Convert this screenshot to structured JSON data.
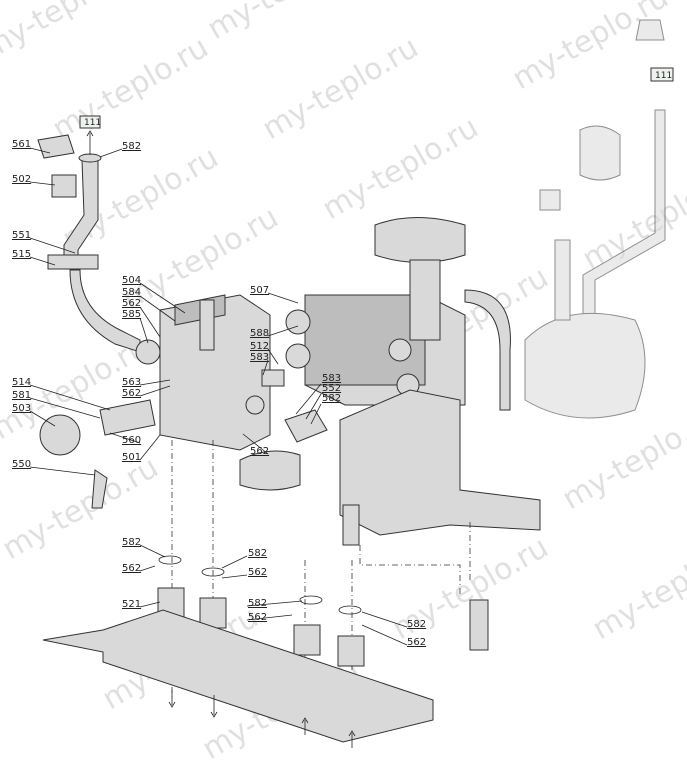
{
  "watermark": "my-teplo.ru",
  "ref_box_left": "111",
  "ref_box_right": "111",
  "labels": {
    "l561": "561",
    "l502": "502",
    "l551": "551",
    "l515": "515",
    "l582a": "582",
    "l504": "504",
    "l584": "584",
    "l562a": "562",
    "l585": "585",
    "l507": "507",
    "l588": "588",
    "l512": "512",
    "l583a": "583",
    "l563": "563",
    "l562b": "562",
    "l583b": "583",
    "l552": "552",
    "l582b": "582",
    "l514": "514",
    "l581": "581",
    "l503": "503",
    "l560": "560",
    "l501": "501",
    "l562c": "562",
    "l550": "550",
    "l582c": "582",
    "l562d": "562",
    "l521": "521",
    "l582d": "582",
    "l562e": "562",
    "l582e": "582",
    "l562f": "562",
    "l582f": "582",
    "l562g": "562"
  },
  "flow_symbols": [
    "heating-return-icon",
    "cold-water-in-icon",
    "hot-water-out-icon",
    "heating-flow-icon"
  ]
}
